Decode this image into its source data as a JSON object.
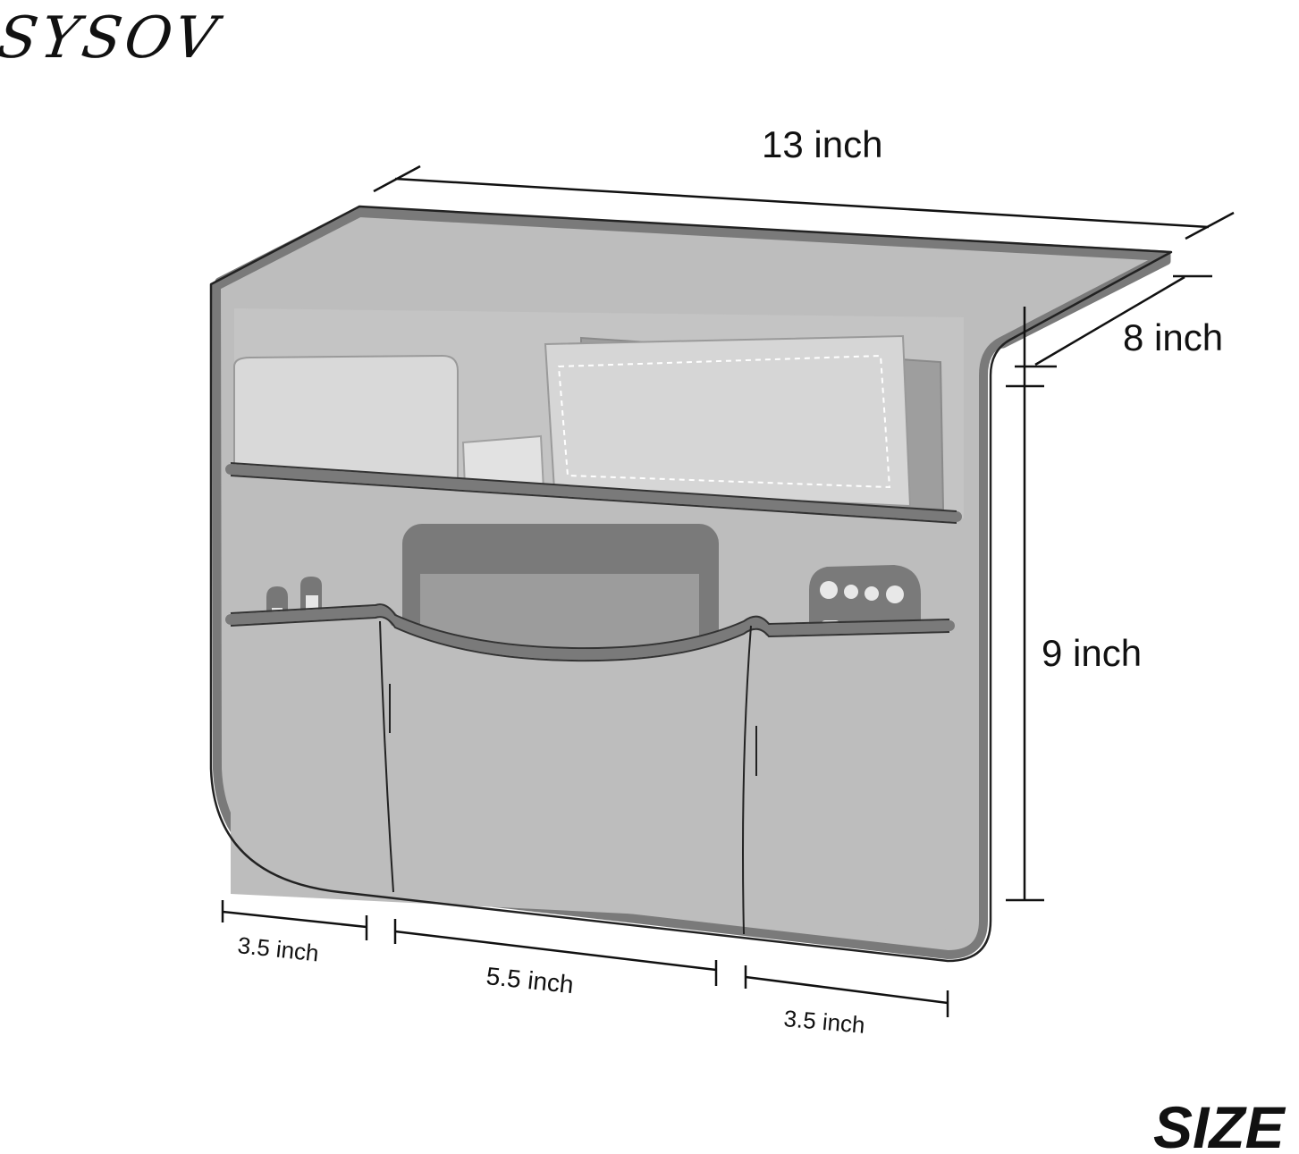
{
  "brand": "SYSOV",
  "corner_label": "SIZE",
  "dimensions": {
    "width": "13 inch",
    "depth": "8 inch",
    "height": "9 inch",
    "pocket_left": "3.5 inch",
    "pocket_middle": "5.5 inch",
    "pocket_right": "3.5 inch"
  },
  "colors": {
    "organizer_body": "#bdbdbd",
    "organizer_trim": "#7a7a7a",
    "outline": "#111111",
    "inner_items": "#d8d8d8"
  }
}
